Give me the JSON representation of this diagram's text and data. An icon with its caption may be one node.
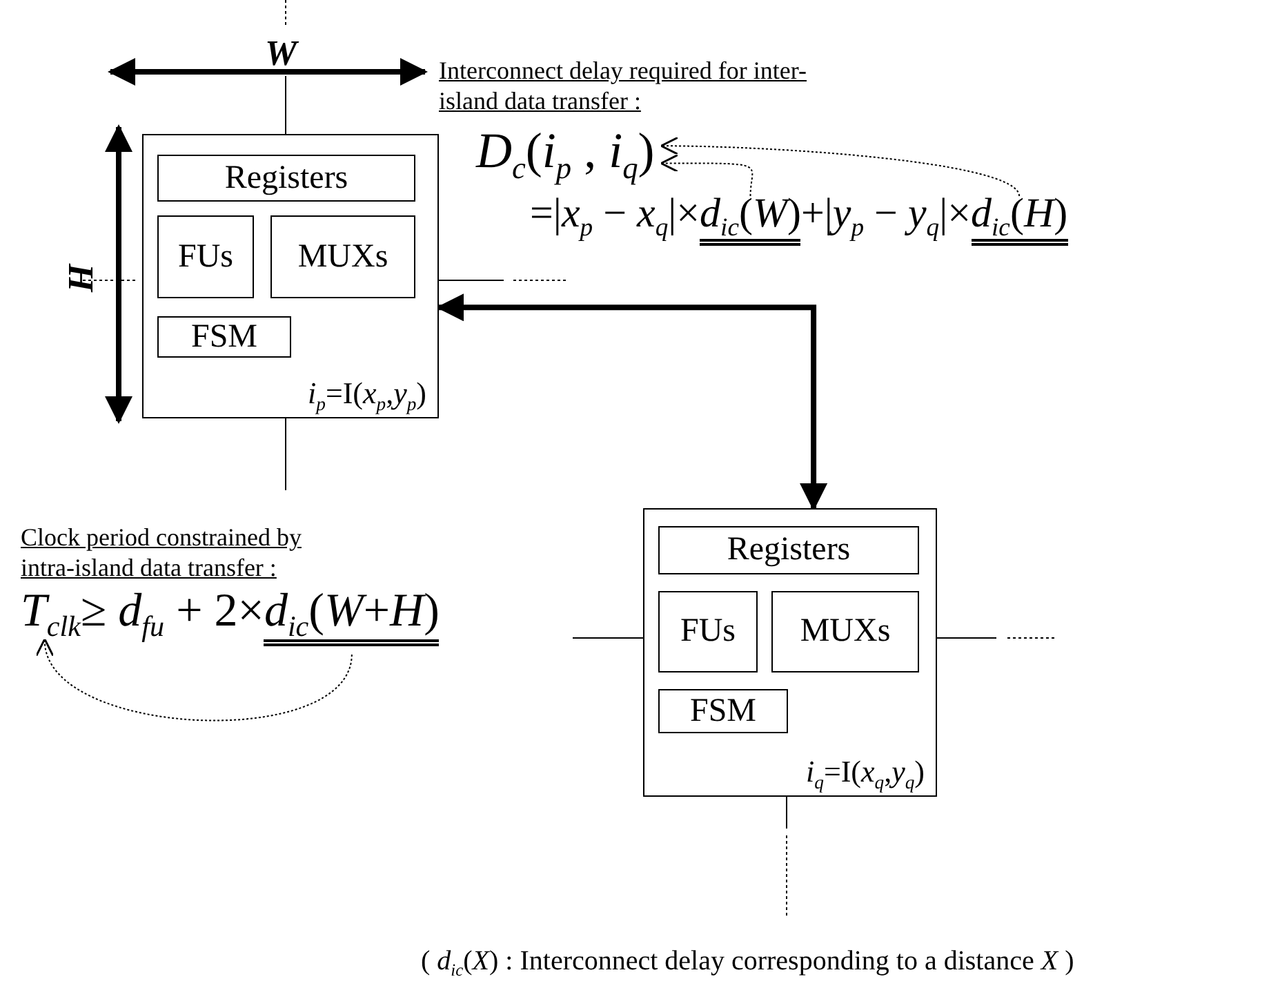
{
  "diagram": {
    "nodes": [
      {
        "text": [
          "*i*$_{p}$=I(*x*$_{p}$,*y*$_{p}$)"
        ]
      },
      {
        "text": [
          "Registers"
        ],
        "in": 0
      },
      {
        "text": [
          "FUs"
        ],
        "in": 0
      },
      {
        "text": [
          "MUXs"
        ],
        "in": 0
      },
      {
        "text": [
          "FSM"
        ],
        "in": 0
      },
      {
        "text": [
          "*i*$_{q}$=I(*x*$_{q}$,*y*$_{q}$)"
        ]
      },
      {
        "text": [
          "Registers"
        ],
        "in": 5
      },
      {
        "text": [
          "FUs"
        ],
        "in": 5
      },
      {
        "text": [
          "MUXs"
        ],
        "in": 5
      },
      {
        "text": [
          "FSM"
        ],
        "in": 5
      },
      {
        "text": [
          "*D*$_{c}$(*i*$_{p}$ , *i*$_{q}$)"
        ]
      },
      {
        "text": [
          "*d*$_{ic}$(*W*)"
        ]
      },
      {
        "text": [
          "*d*$_{ic}$(*H*)"
        ]
      },
      {
        "text": [
          "*T*$_{clk}$"
        ]
      },
      {
        "text": [
          "*d*$_{ic}$(*W*+*H*)"
        ]
      }
    ],
    "edges": [
      {
        "from": 0,
        "to": 5,
        "arrow": "both",
        "style": "thick"
      },
      {
        "from": 11,
        "to": 10,
        "arrow": "to",
        "style": "dashed"
      },
      {
        "from": 12,
        "to": 10,
        "arrow": "to",
        "style": "dashed"
      },
      {
        "from": 14,
        "to": 13,
        "arrow": "to",
        "style": "dashed"
      }
    ],
    "labels": [
      "W",
      "Interconnect delay required for inter-island data transfer :",
      "H",
      "=|*x*$_{p}$ − *x*$_{q}$|×",
      "+|*y*$_{p}$ − *y*$_{q}$|×",
      "Clock period constrained by intra-island data transfer :",
      "≥ *d*$_{fu}$ + 2×",
      "( *d*$_{ic}$(*X*) :  Interconnect delay corresponding to a distance *X* )"
    ]
  }
}
